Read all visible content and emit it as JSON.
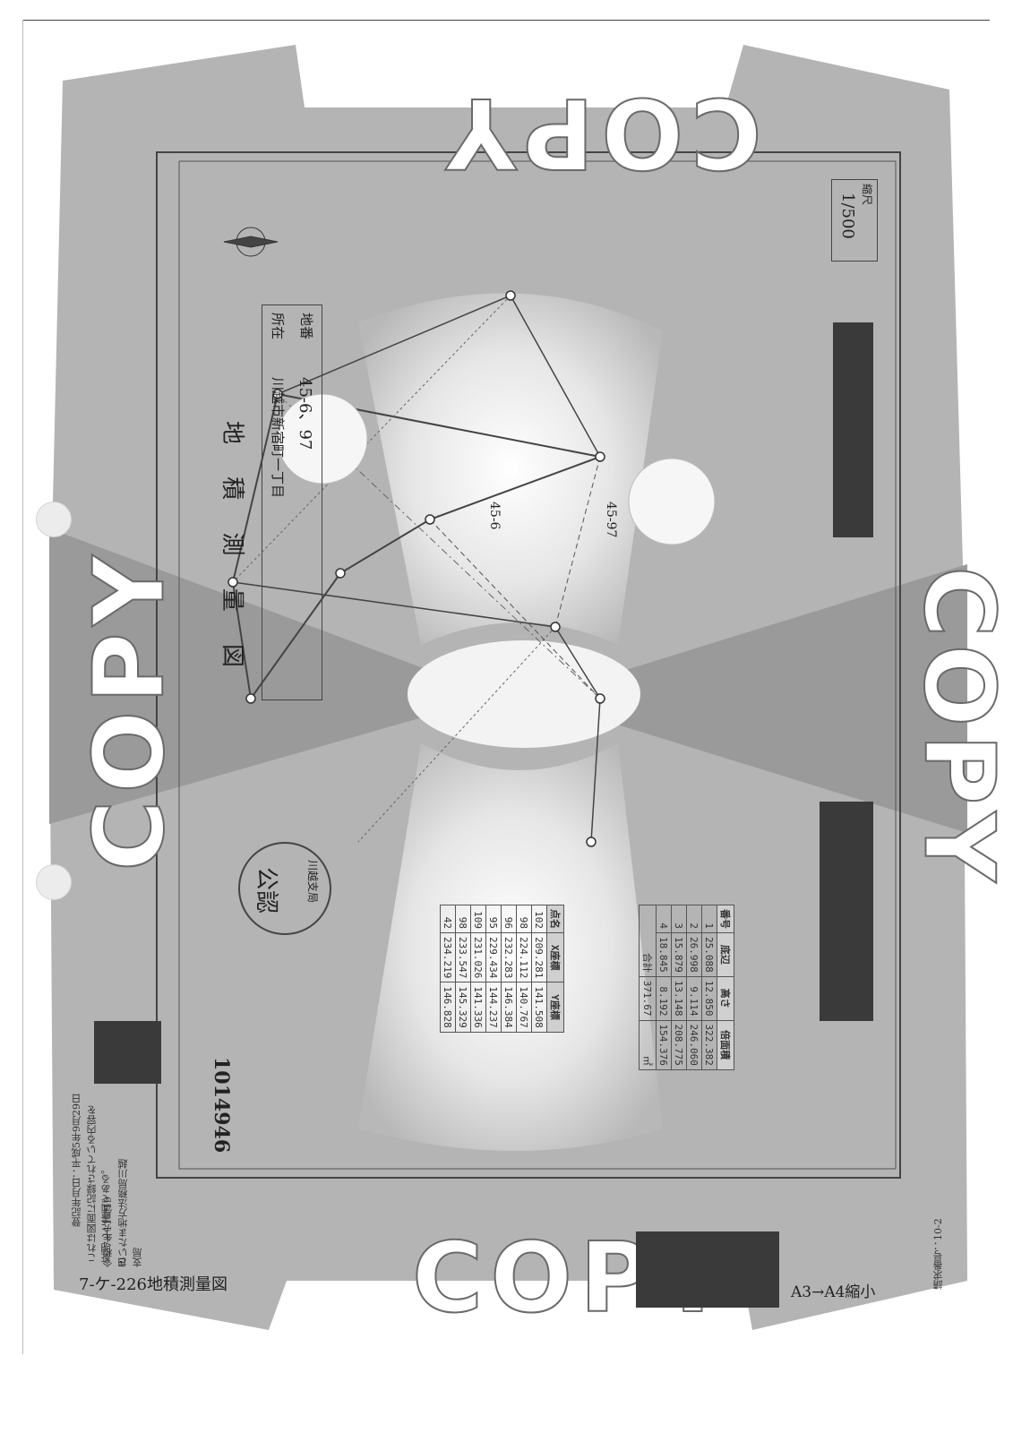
{
  "document": {
    "footer_label": "7-ケ-226地積測量図",
    "scale_note": "A3→A4縮小",
    "request_number": "請求番号：10-2",
    "registration_date_label": "登記年月日：平成5年9月29日",
    "certification_text": "これは図面に記録されている内容を証明した書面である。",
    "certification_date": "令和7年11月19日",
    "certification_office": "さいたま地方法務局川越支局"
  },
  "drawing": {
    "title": "地 積 測 量 図",
    "lot_label": "地番",
    "lot_number": "45-6、97",
    "location_label": "所在",
    "location": "川越市新宿町一丁目",
    "scale_label": "縮尺",
    "scale": "1/500",
    "document_number": "1014946",
    "parcel_label": "45-6",
    "parcel_label_2": "45-97",
    "stamp_text": "公認",
    "stamp_ring": "川越支局"
  },
  "watermark": {
    "text": "COPY"
  },
  "coordinate_table": {
    "headers": [
      "点名",
      "X座標",
      "Y座標"
    ],
    "rows": [
      [
        "102",
        "209.281",
        "141.508"
      ],
      [
        "98",
        "224.112",
        "140.767"
      ],
      [
        "96",
        "232.283",
        "146.384"
      ],
      [
        "95",
        "229.434",
        "144.237"
      ],
      [
        "109",
        "231.026",
        "141.336"
      ],
      [
        "98",
        "233.547",
        "145.329"
      ],
      [
        "42",
        "234.219",
        "146.828"
      ]
    ]
  },
  "area_table": {
    "headers": [
      "番号",
      "底辺",
      "高さ",
      "倍面積"
    ],
    "rows": [
      [
        "1",
        "25.088",
        "12.850",
        "322.382"
      ],
      [
        "2",
        "26.998",
        "9.114",
        "246.060"
      ],
      [
        "3",
        "15.879",
        "13.148",
        "208.775"
      ],
      [
        "4",
        "18.845",
        "8.192",
        "154.376"
      ]
    ],
    "total_label": "合計",
    "total_value": "371.67",
    "unit": "㎡"
  }
}
